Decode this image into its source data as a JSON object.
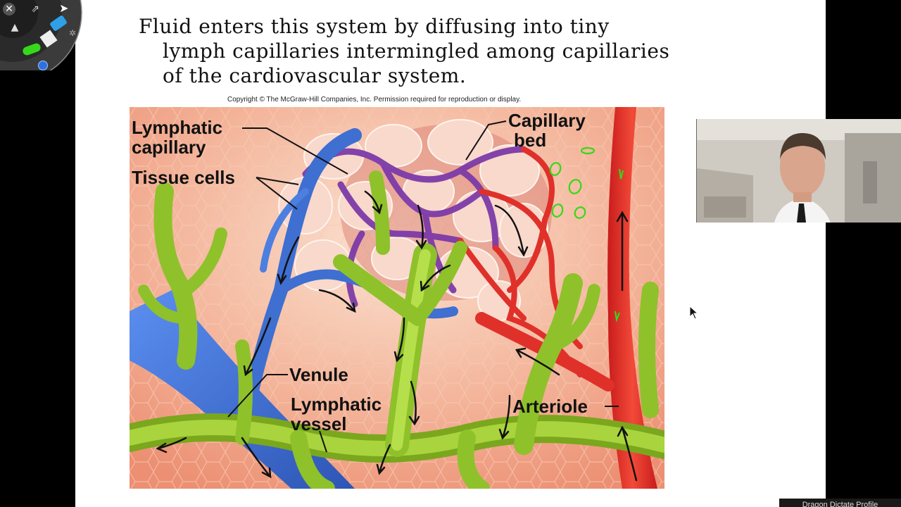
{
  "slide": {
    "text_lines": [
      "Fluid enters this system by diffusing into tiny",
      "lymph capillaries intermingled among capillaries",
      "of the cardiovascular system."
    ],
    "copyright": "Copyright © The McGraw-Hill Companies, Inc. Permission required for reproduction or display."
  },
  "figure": {
    "labels": {
      "lymphatic_capillary_1": "Lymphatic",
      "lymphatic_capillary_2": "capillary",
      "tissue_cells": "Tissue cells",
      "capillary_bed_1": "Capillary",
      "capillary_bed_2": "bed",
      "venule": "Venule",
      "lymphatic_vessel_1": "Lymphatic",
      "lymphatic_vessel_2": "vessel",
      "arteriole": "Arteriole"
    },
    "colors": {
      "tissue": "#f3b9a0",
      "vein": "#3e6fd1",
      "artery": "#e0302a",
      "capillary": "#7d3aa8",
      "lymph": "#8fc12b",
      "annotation": "#35d81a"
    }
  },
  "tool_palette": {
    "icons": [
      "close-icon",
      "share-icon",
      "pointer-icon",
      "eraser-icon",
      "pen-icon",
      "highlighter-icon",
      "settings-icon"
    ]
  },
  "taskbar": {
    "label": "Dragon Dictate Profile"
  }
}
